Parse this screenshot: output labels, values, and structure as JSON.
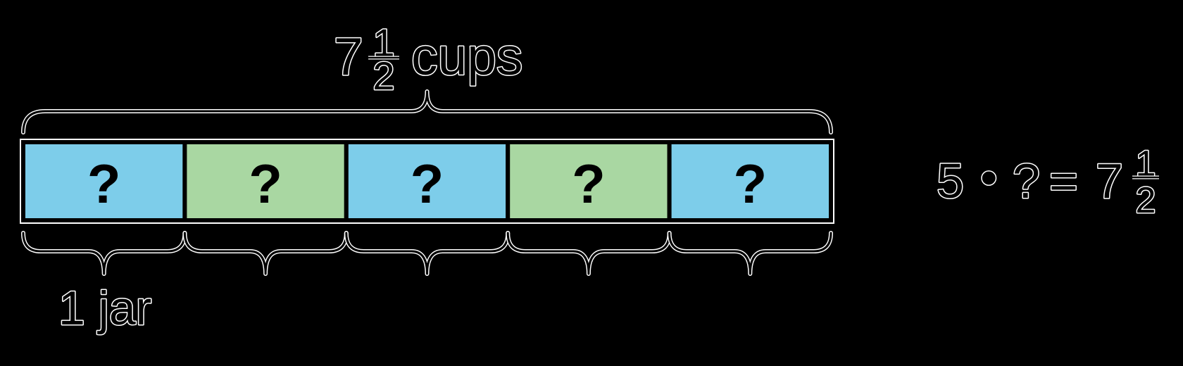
{
  "colors": {
    "background": "#000000",
    "segment_blue": "#7dcdea",
    "segment_green": "#a9d7a2",
    "ink": "#000000",
    "halo": "#ffffff"
  },
  "top_label": {
    "whole": "7",
    "numerator": "1",
    "denominator": "2",
    "unit": "cups"
  },
  "tape": {
    "segments": [
      {
        "label": "?",
        "color": "#7dcdea"
      },
      {
        "label": "?",
        "color": "#a9d7a2"
      },
      {
        "label": "?",
        "color": "#7dcdea"
      },
      {
        "label": "?",
        "color": "#a9d7a2"
      },
      {
        "label": "?",
        "color": "#7dcdea"
      }
    ],
    "bracket_label": "1 jar"
  },
  "equation": {
    "factor": "5",
    "operator": "•",
    "unknown": "?",
    "equals_sign": "=",
    "result_whole": "7",
    "result_numerator": "1",
    "result_denominator": "2"
  }
}
